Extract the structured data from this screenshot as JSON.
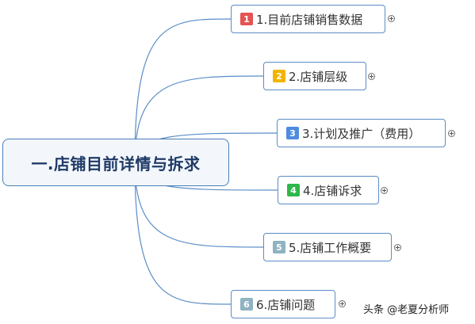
{
  "diagram": {
    "root": {
      "label": "一.店铺目前详情与拆求"
    },
    "branches": [
      {
        "number": "1",
        "label": "1.目前店铺销售数据",
        "badge_color": "#e55353"
      },
      {
        "number": "2",
        "label": "2.店铺层级",
        "badge_color": "#f2b400"
      },
      {
        "number": "3",
        "label": "3.计划及推广（费用）",
        "badge_color": "#4f8be0"
      },
      {
        "number": "4",
        "label": "4.店铺诉求",
        "badge_color": "#2db84a"
      },
      {
        "number": "5",
        "label": "5.店铺工作概要",
        "badge_color": "#8fb3c2"
      },
      {
        "number": "6",
        "label": "6.店铺问题",
        "badge_color": "#8fb3c2"
      }
    ],
    "expand_icon": "plus-circle-icon",
    "link_color": "#5b8dc7"
  },
  "watermark": {
    "text": "头条 @老夏分析师"
  }
}
